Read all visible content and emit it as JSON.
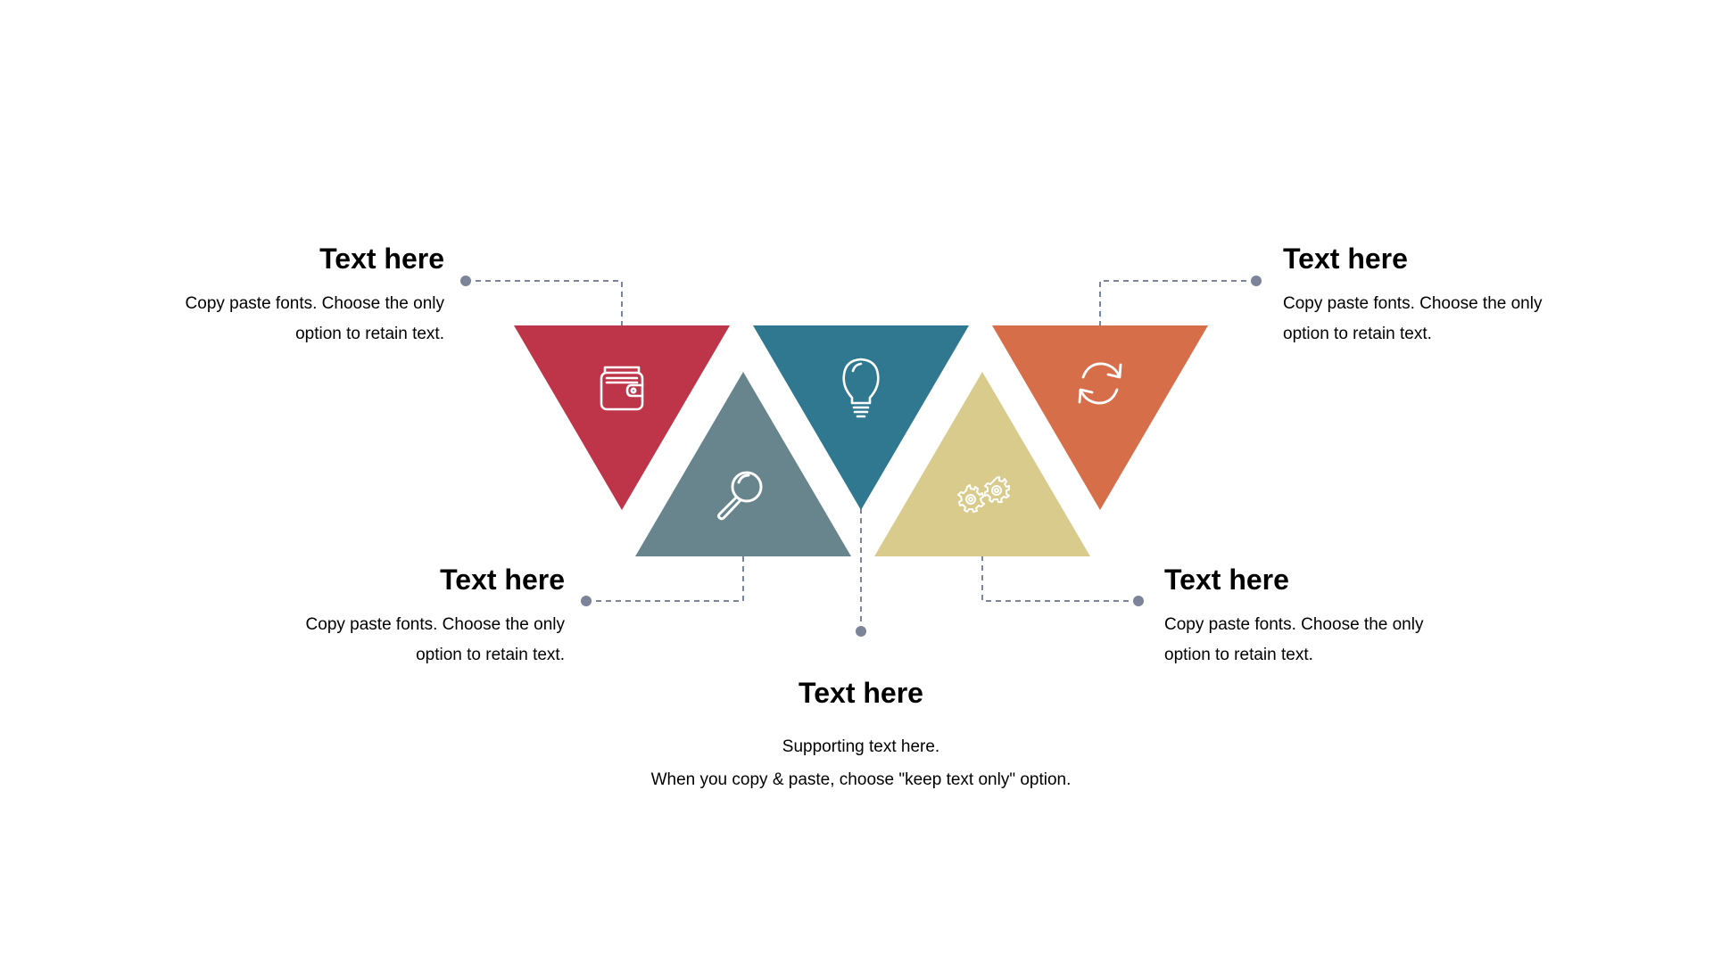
{
  "colors": {
    "red": "#BE3549",
    "slate": "#68858E",
    "teal": "#30788F",
    "khaki": "#D8CB8C",
    "orange": "#D76E4A",
    "connector": "#7B8499"
  },
  "icons": {
    "red": "wallet-icon",
    "slate": "magnifier-icon",
    "teal": "lightbulb-icon",
    "khaki": "gears-icon",
    "orange": "refresh-icon"
  },
  "callouts": {
    "top_left": {
      "title": "Text here",
      "line1": "Copy paste fonts. Choose the only",
      "line2": "option to retain text."
    },
    "top_right": {
      "title": "Text here",
      "line1": "Copy paste fonts. Choose the only",
      "line2": "option to retain text."
    },
    "mid_left": {
      "title": "Text here",
      "line1": "Copy paste fonts. Choose the only",
      "line2": "option to retain text."
    },
    "mid_right": {
      "title": "Text here",
      "line1": "Copy paste fonts. Choose the only",
      "line2": "option to retain text."
    },
    "bottom": {
      "title": "Text here",
      "line1": "Supporting text here.",
      "line2": "When you copy & paste, choose \"keep text only\" option."
    }
  }
}
